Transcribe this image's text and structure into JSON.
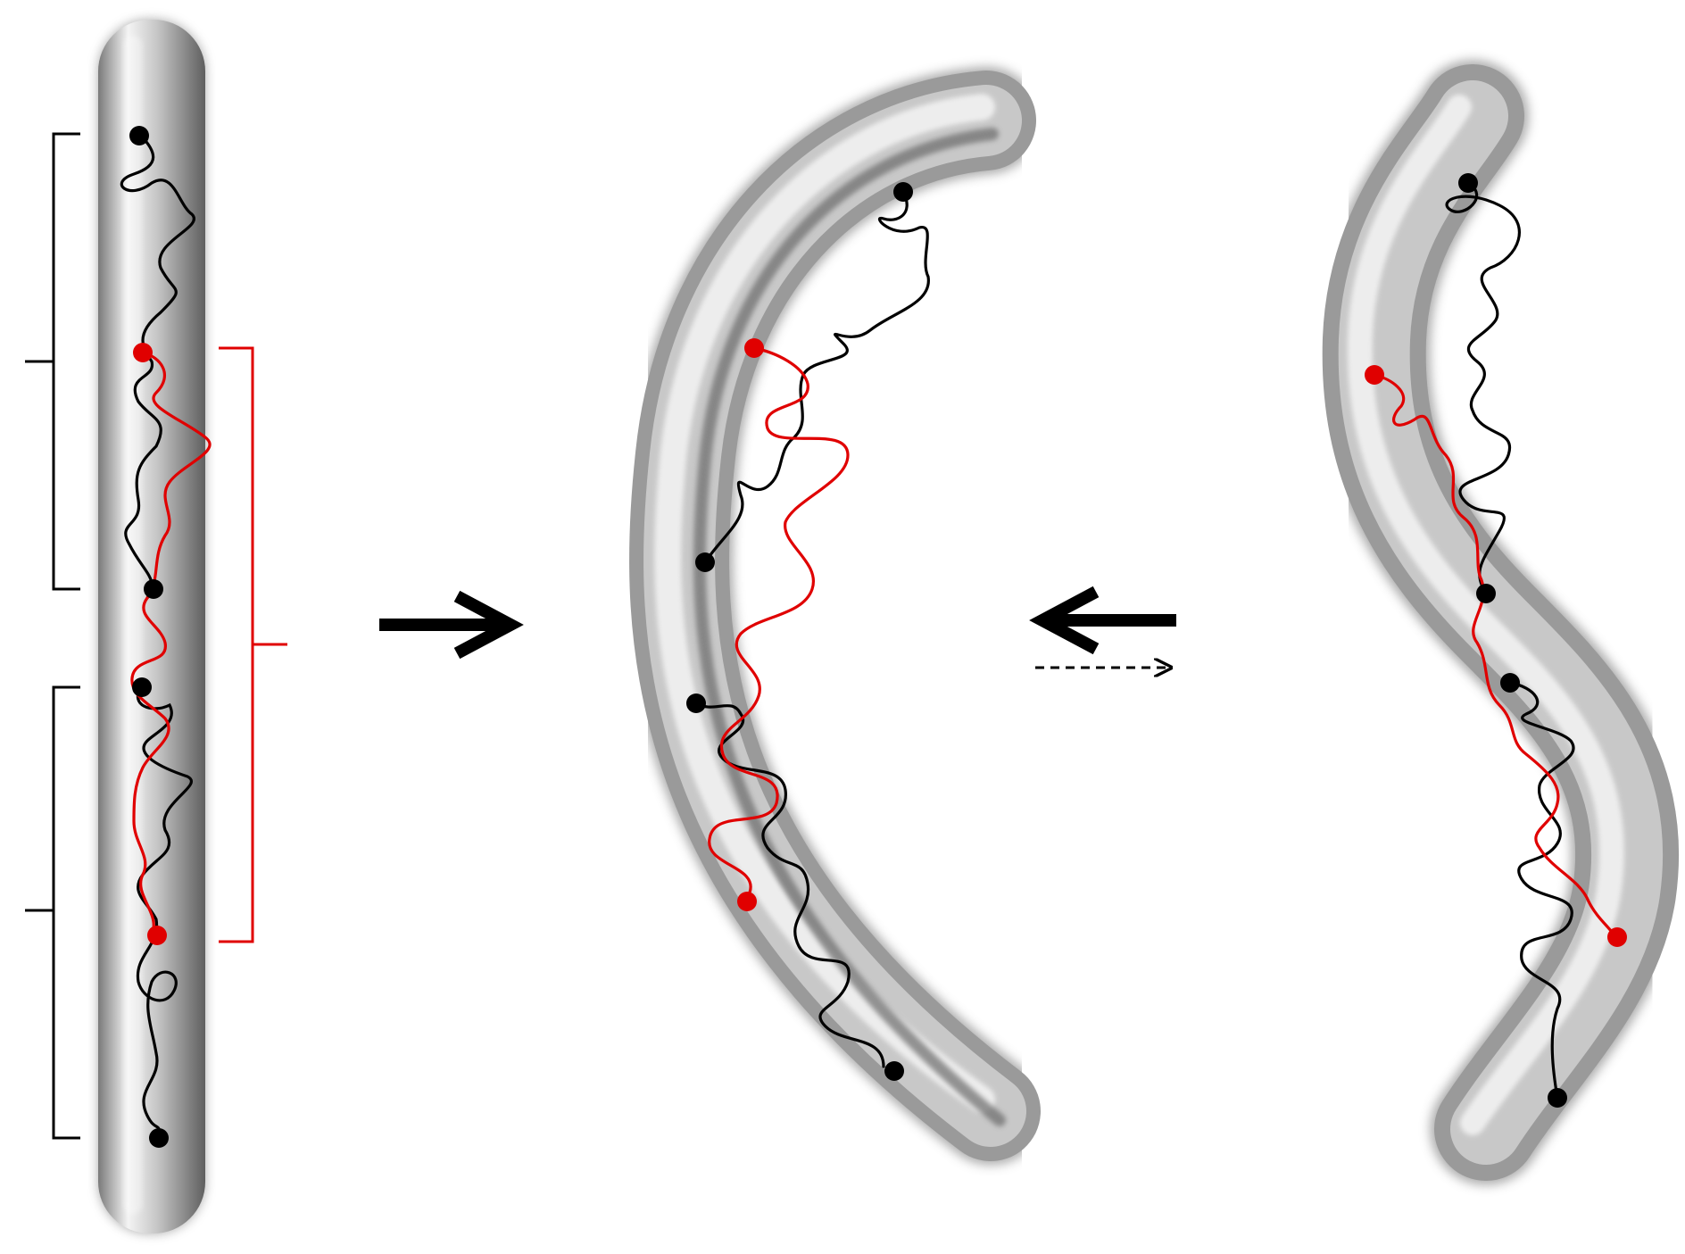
{
  "diagram": {
    "panels": [
      {
        "id": "straight",
        "shape": "straight-rod"
      },
      {
        "id": "arc",
        "shape": "c-shaped-rod"
      },
      {
        "id": "s-curve",
        "shape": "s-shaped-rod"
      }
    ],
    "transitions": [
      {
        "from": "straight",
        "to": "arc",
        "style": "solid-arrow"
      },
      {
        "from": "s-curve",
        "to": "arc",
        "style": "solid-arrow-with-dashed-reverse"
      }
    ],
    "colors": {
      "rod_light": "#f4f4f4",
      "rod_mid": "#b9b9b9",
      "rod_dark": "#5f5f5f",
      "strand_primary": "#000000",
      "strand_secondary": "#e00000",
      "bracket_primary": "#000000",
      "bracket_secondary": "#e00000"
    },
    "strand_types": [
      "black-strand",
      "red-strand"
    ]
  }
}
